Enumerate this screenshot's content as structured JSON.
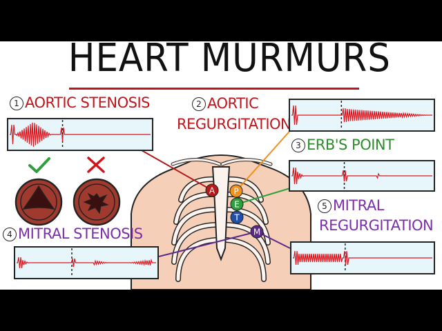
{
  "title": "HEART MURMURS",
  "murmurs": [
    {
      "num": "1",
      "name": "AORTIC STENOSIS",
      "color": "#c0141c"
    },
    {
      "num": "2",
      "name": "AORTIC",
      "name2": "REGURGITATION",
      "color": "#c0141c"
    },
    {
      "num": "3",
      "name": "ERB'S POINT",
      "color": "#2e8b2e"
    },
    {
      "num": "4",
      "name": "MITRAL STENOSIS",
      "color": "#7b2ea8"
    },
    {
      "num": "5",
      "name": "MITRAL",
      "name2": "REGURGITATION",
      "color": "#7b2ea8"
    }
  ],
  "points": [
    {
      "letter": "A",
      "color": "#b51a1a"
    },
    {
      "letter": "P",
      "color": "#f0901e"
    },
    {
      "letter": "E",
      "color": "#2e9e3e"
    },
    {
      "letter": "T",
      "color": "#1f4fa8"
    },
    {
      "letter": "M",
      "color": "#5b2a8a"
    }
  ],
  "icons": [
    "check-icon",
    "cross-icon"
  ],
  "colors": {
    "trace": "#e0141c",
    "panel": "#e6f6fb",
    "skin": "#f5cfb8",
    "bone": "#fbf3ee",
    "valve": "#a03a2e"
  }
}
